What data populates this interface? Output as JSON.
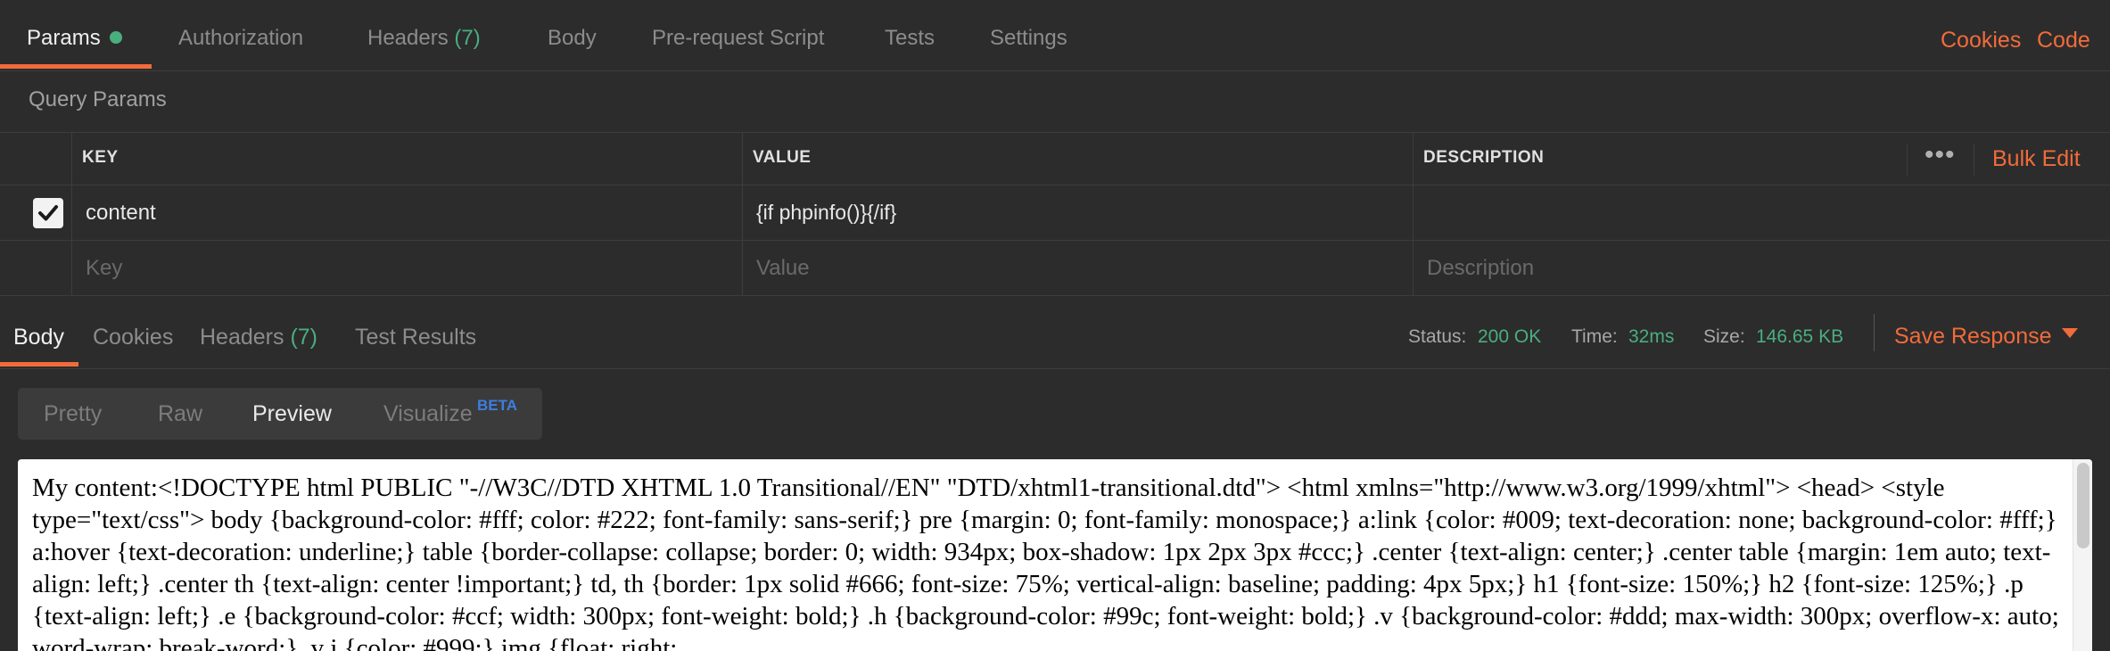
{
  "request_tabs": {
    "params": "Params",
    "authorization": "Authorization",
    "headers": "Headers",
    "headers_count": "(7)",
    "body": "Body",
    "prerequest": "Pre-request Script",
    "tests": "Tests",
    "settings": "Settings",
    "cookies_link": "Cookies",
    "code_link": "Code"
  },
  "query_params": {
    "title": "Query Params",
    "col_key": "KEY",
    "col_value": "VALUE",
    "col_description": "DESCRIPTION",
    "more": "•••",
    "bulk_edit": "Bulk Edit",
    "rows": [
      {
        "checked": true,
        "key": "content",
        "value": "{if phpinfo()}{/if}",
        "description": ""
      }
    ],
    "placeholder_key": "Key",
    "placeholder_value": "Value",
    "placeholder_description": "Description"
  },
  "response_tabs": {
    "body": "Body",
    "cookies": "Cookies",
    "headers": "Headers",
    "headers_count": "(7)",
    "test_results": "Test Results"
  },
  "status": {
    "status_label": "Status:",
    "status_value": "200 OK",
    "time_label": "Time:",
    "time_value": "32ms",
    "size_label": "Size:",
    "size_value": "146.65 KB",
    "save_response": "Save Response"
  },
  "view_modes": {
    "pretty": "Pretty",
    "raw": "Raw",
    "preview": "Preview",
    "visualize": "Visualize",
    "beta": "BETA"
  },
  "preview": {
    "text": "My content:<!DOCTYPE html PUBLIC \"-//W3C//DTD XHTML 1.0 Transitional//EN\" \"DTD/xhtml1-transitional.dtd\"> <html xmlns=\"http://www.w3.org/1999/xhtml\"> <head> <style type=\"text/css\"> body {background-color: #fff; color: #222; font-family: sans-serif;} pre {margin: 0; font-family: monospace;} a:link {color: #009; text-decoration: none; background-color: #fff;} a:hover {text-decoration: underline;} table {border-collapse: collapse; border: 0; width: 934px; box-shadow: 1px 2px 3px #ccc;} .center {text-align: center;} .center table {margin: 1em auto; text-align: left;} .center th {text-align: center !important;} td, th {border: 1px solid #666; font-size: 75%; vertical-align: baseline; padding: 4px 5px;} h1 {font-size: 150%;} h2 {font-size: 125%;} .p {text-align: left;} .e {background-color: #ccf; width: 300px; font-weight: bold;} .h {background-color: #99c; font-weight: bold;} .v {background-color: #ddd; max-width: 300px; overflow-x: auto; word-wrap: break-word;} .v i {color: #999;} img {float: right;"
  },
  "colors": {
    "accent": "#f26b3a",
    "success": "#4aae7f",
    "background": "#2c2c2c",
    "beta": "#3d7ee0"
  }
}
